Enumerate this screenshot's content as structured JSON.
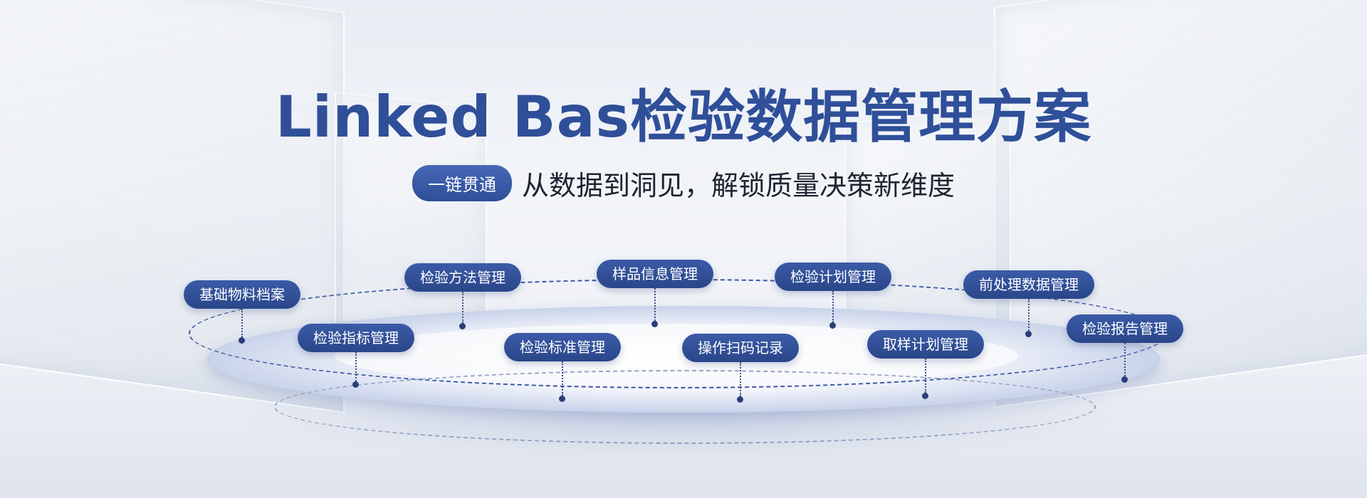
{
  "header": {
    "title": "Linked Bas检验数据管理方案",
    "badge": "一链贯通",
    "subtitle": "从数据到洞见，解锁质量决策新维度"
  },
  "modules": [
    {
      "key": "base",
      "label": "基础物料档案"
    },
    {
      "key": "method",
      "label": "检验方法管理"
    },
    {
      "key": "indicator",
      "label": "检验指标管理"
    },
    {
      "key": "sample",
      "label": "样品信息管理"
    },
    {
      "key": "standard",
      "label": "检验标准管理"
    },
    {
      "key": "scan",
      "label": "操作扫码记录"
    },
    {
      "key": "plan",
      "label": "检验计划管理"
    },
    {
      "key": "sampling",
      "label": "取样计划管理"
    },
    {
      "key": "preprocess",
      "label": "前处理数据管理"
    },
    {
      "key": "report",
      "label": "检验报告管理"
    }
  ],
  "colors": {
    "title": "#2f4f99",
    "node": "#2a4689",
    "ring": "#3b55a3"
  }
}
